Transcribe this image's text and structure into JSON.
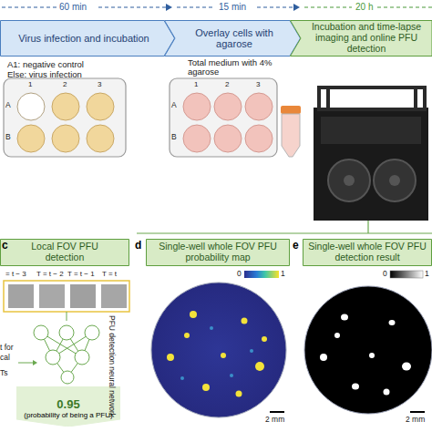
{
  "diagram": {
    "nodes": [
      {
        "text": [
          "Virus infection and incubation"
        ]
      },
      {
        "text": [
          "Overlay cells with agarose"
        ]
      },
      {
        "text": [
          "Incubation and time-lapse imaging and online PFU detection"
        ]
      },
      {
        "text": [
          "Local FOV PFU detection"
        ]
      },
      {
        "text": [
          "Single-well whole FOV PFU probability map"
        ]
      },
      {
        "text": [
          "Single-well whole FOV PFU detection result"
        ]
      },
      {
        "text": [
          "0.95",
          "(probability of being a PFU)"
        ]
      }
    ],
    "labels": [
      "60 min",
      "15 min",
      "20 h",
      "A1: negative control",
      "Else: virus infection",
      "Total medium with 4% agarose",
      "A",
      "B",
      "1",
      "2",
      "3",
      "A",
      "B",
      "1",
      "2",
      "3",
      "c",
      "d",
      "e",
      "= t − 3",
      "T = t − 2",
      "T = t − 1",
      "T = t",
      "PFU detection neural network",
      "t for",
      "cal",
      "Ts",
      "0",
      "1",
      "2 mm",
      "0",
      "1",
      "2 mm"
    ]
  }
}
